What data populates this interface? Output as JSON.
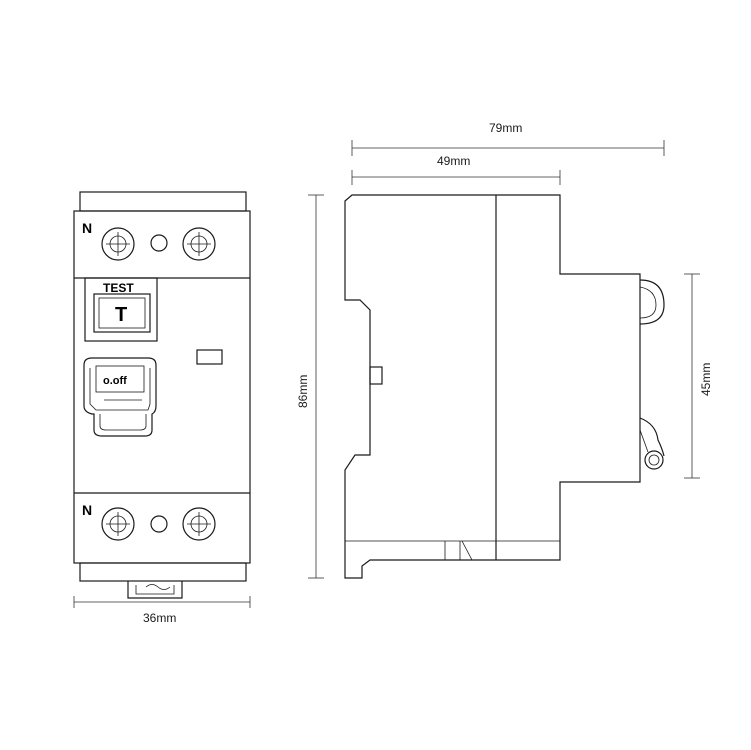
{
  "front_view": {
    "top_terminal_label": "N",
    "bottom_terminal_label": "N",
    "test_label": "TEST",
    "test_button_letter": "T",
    "toggle_label": "o.off"
  },
  "dimensions": {
    "total_depth": "79mm",
    "body_depth": "49mm",
    "height": "86mm",
    "front_height": "45mm",
    "width": "36mm"
  }
}
